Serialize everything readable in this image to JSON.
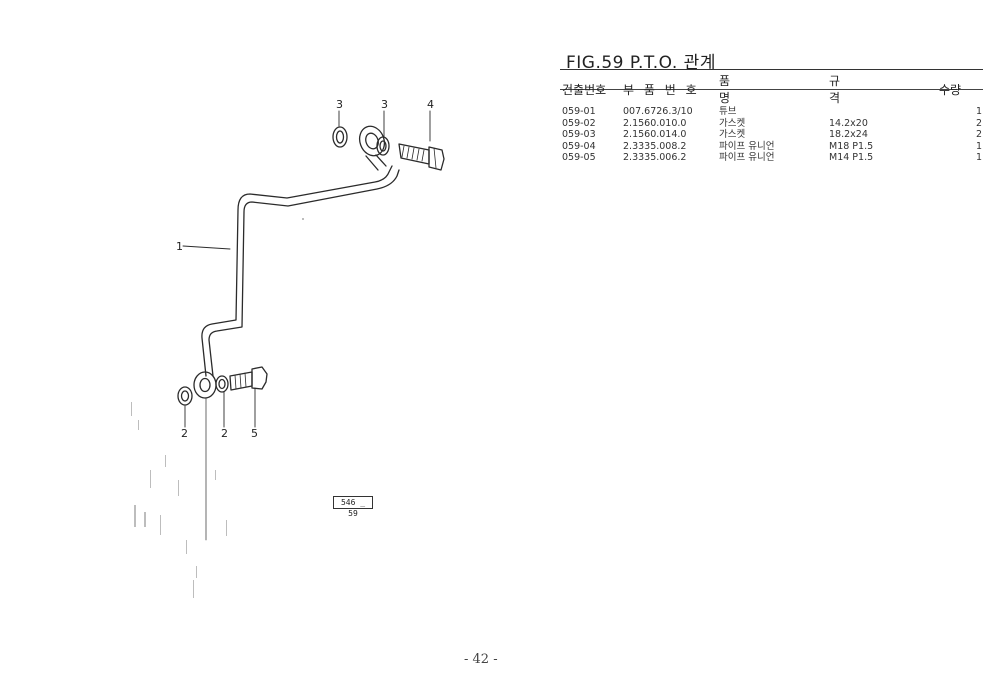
{
  "title": "FIG.59 P.T.O. 관계",
  "table": {
    "headers": [
      "건출번호",
      "부 품 번 호",
      "품 명",
      "규 격",
      "수량"
    ],
    "rows": [
      [
        "059-01",
        "007.6726.3/10",
        "튜브",
        "",
        "1"
      ],
      [
        "059-02",
        "2.1560.010.0",
        "가스켓",
        "14.2x20",
        "2"
      ],
      [
        "059-03",
        "2.1560.014.0",
        "가스켓",
        "18.2x24",
        "2"
      ],
      [
        "059-04",
        "2.3335.008.2",
        "파이프 유니언",
        "M18 P1.5",
        "1"
      ],
      [
        "059-05",
        "2.3335.006.2",
        "파이프 유니언",
        "M14 P1.5",
        "1"
      ]
    ]
  },
  "callouts": {
    "c1": "1",
    "c2a": "2",
    "c2b": "2",
    "c3a": "3",
    "c3b": "3",
    "c4": "4",
    "c5": "5"
  },
  "reference": "546 _ 59",
  "page_number": "- 42 -"
}
